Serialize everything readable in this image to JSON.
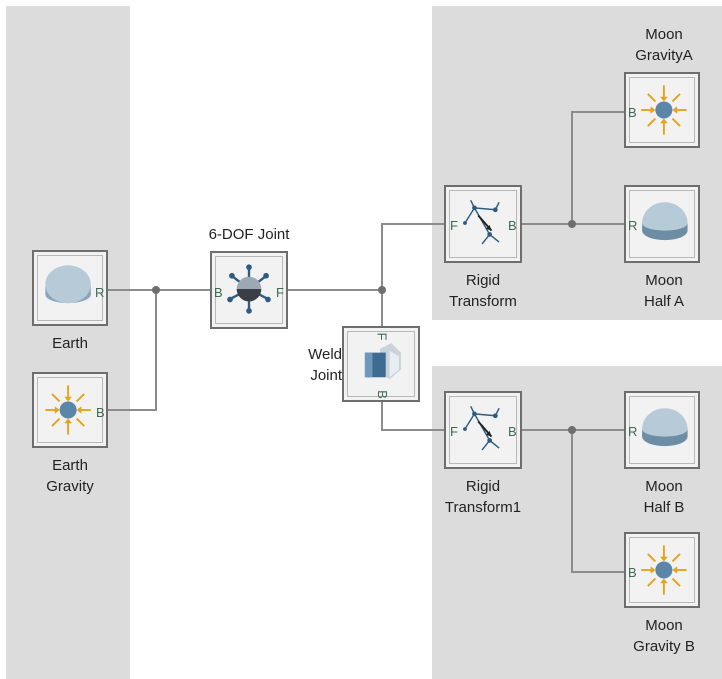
{
  "colors": {
    "area": "#dcdcdc",
    "wire": "#8c8c8c",
    "block_border": "#6e6e6e",
    "block_fill": "#f2f2f2",
    "port_text": "#3b6b52",
    "body_blue": "#b7cad8",
    "gravity_orange": "#e6a21a",
    "icon_navy": "#2e5b7f"
  },
  "blocks": {
    "earth": {
      "label": "Earth",
      "ports": [
        "R"
      ],
      "icon": "solid-body-icon"
    },
    "earth_gravity": {
      "label": "Earth\nGravity",
      "ports": [
        "B"
      ],
      "icon": "gravity-field-icon"
    },
    "six_dof_joint": {
      "label": "6-DOF Joint",
      "ports": [
        "B",
        "F"
      ],
      "icon": "six-dof-joint-icon"
    },
    "weld_joint": {
      "label": "Weld\nJoint",
      "ports": [
        "F",
        "B"
      ],
      "icon": "weld-joint-icon"
    },
    "rigid_transform": {
      "label": "Rigid\nTransform",
      "ports": [
        "F",
        "B"
      ],
      "icon": "rigid-transform-icon"
    },
    "rigid_transform1": {
      "label": "Rigid\nTransform1",
      "ports": [
        "F",
        "B"
      ],
      "icon": "rigid-transform-icon"
    },
    "moon_gravity_a": {
      "label": "Moon\nGravityA",
      "ports": [
        "B"
      ],
      "icon": "gravity-field-icon"
    },
    "moon_half_a": {
      "label": "Moon\nHalf A",
      "ports": [
        "R"
      ],
      "icon": "half-sphere-icon"
    },
    "moon_half_b": {
      "label": "Moon\nHalf B",
      "ports": [
        "R"
      ],
      "icon": "half-sphere-icon"
    },
    "moon_gravity_b": {
      "label": "Moon\nGravity B",
      "ports": [
        "B"
      ],
      "icon": "gravity-field-icon"
    }
  }
}
